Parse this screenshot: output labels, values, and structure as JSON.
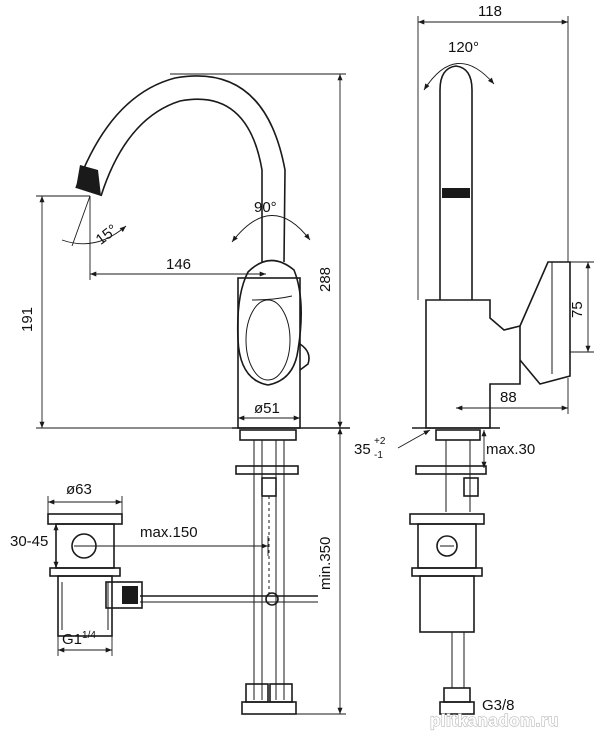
{
  "dimensions": {
    "spout_reach": "146",
    "spout_swivel": "90°",
    "spout_tilt": "15°",
    "height_total": "288",
    "height_outlet": "191",
    "base_diameter": "ø51",
    "width_top": "118",
    "swivel_side": "120°",
    "lever_height": "75",
    "lever_depth": "88",
    "deck_thickness_main": "35",
    "deck_tol_plus": "+2",
    "deck_tol_minus": "-1",
    "deck_max": "max.30",
    "waste_diameter": "ø63",
    "waste_depth": "30-45",
    "rod_max": "max.150",
    "hose_min": "min.350",
    "waste_thread_base": "G1",
    "waste_thread_frac": "1/4",
    "hose_thread": "G3/8"
  },
  "watermark": "plitkanadom.ru"
}
